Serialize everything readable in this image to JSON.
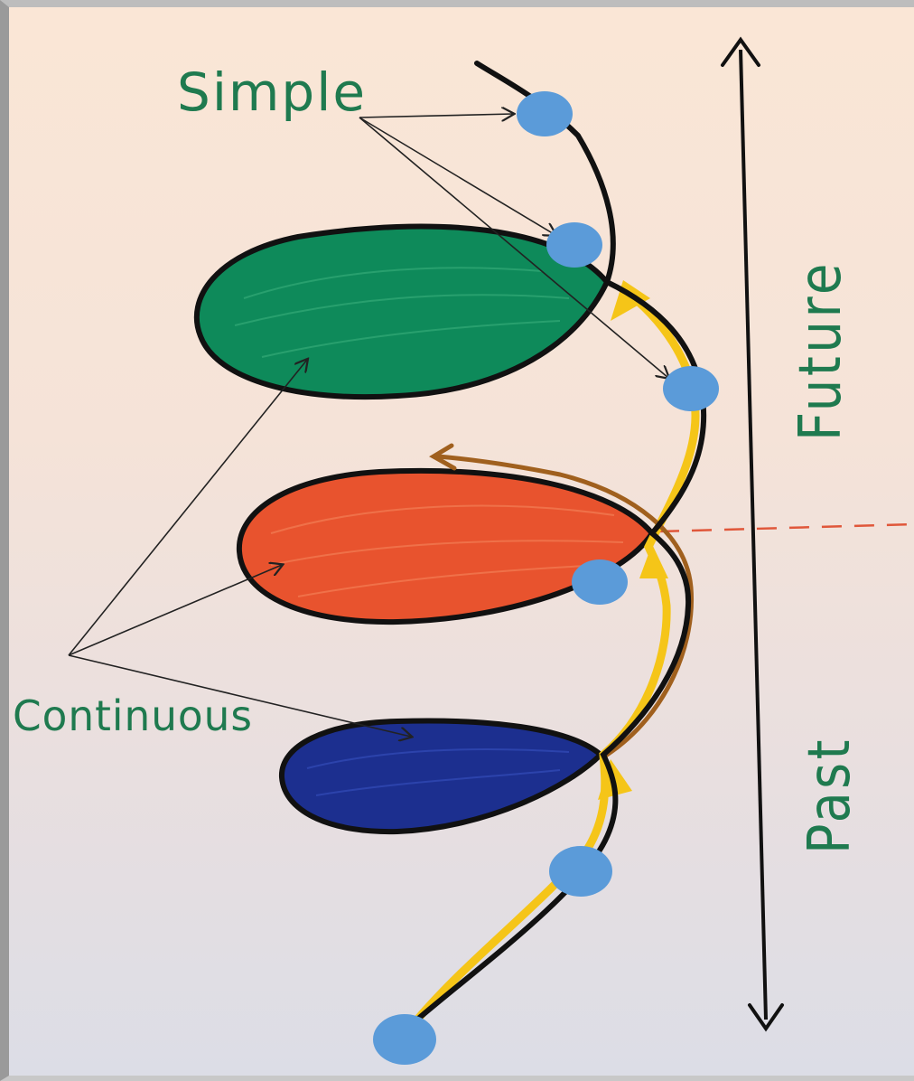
{
  "labels": {
    "simple": "Simple",
    "continuous": "Continuous",
    "future": "Future",
    "past": "Past"
  },
  "colors": {
    "paper": "#f6e4d6",
    "ink": "#111111",
    "label_green": "#1f7a4f",
    "petal_green": "#0e8a5a",
    "petal_red": "#e8532e",
    "petal_blue": "#1c2f8f",
    "yellow_path": "#f5c518",
    "brown_arc": "#a0601e",
    "dot_blue": "#5b9bd9",
    "present_line": "#e0573a"
  },
  "petals": [
    "green-petal",
    "red-petal",
    "blue-petal"
  ]
}
